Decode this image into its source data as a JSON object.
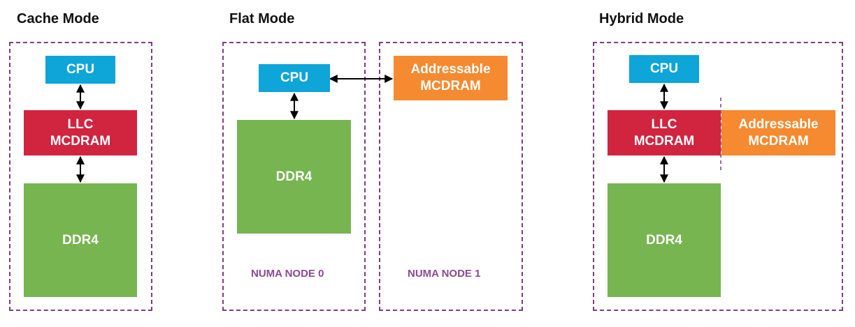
{
  "panels": {
    "cache": {
      "title": "Cache Mode",
      "cpu": "CPU",
      "llc": [
        "LLC",
        "MCDRAM"
      ],
      "ddr": "DDR4"
    },
    "flat": {
      "title": "Flat Mode",
      "cpu": "CPU",
      "addressable": [
        "Addressable",
        "MCDRAM"
      ],
      "ddr": "DDR4",
      "numa0": "NUMA NODE 0",
      "numa1": "NUMA NODE 1"
    },
    "hybrid": {
      "title": "Hybrid Mode",
      "cpu": "CPU",
      "llc": [
        "LLC",
        "MCDRAM"
      ],
      "addressable": [
        "Addressable",
        "MCDRAM"
      ],
      "ddr": "DDR4"
    }
  },
  "colors": {
    "cpu": "#0ea5d8",
    "llc": "#d0243f",
    "ddr": "#76b54f",
    "addressable": "#f58a30",
    "frame": "#7b3f7f",
    "numa_label": "#8a4a93"
  }
}
